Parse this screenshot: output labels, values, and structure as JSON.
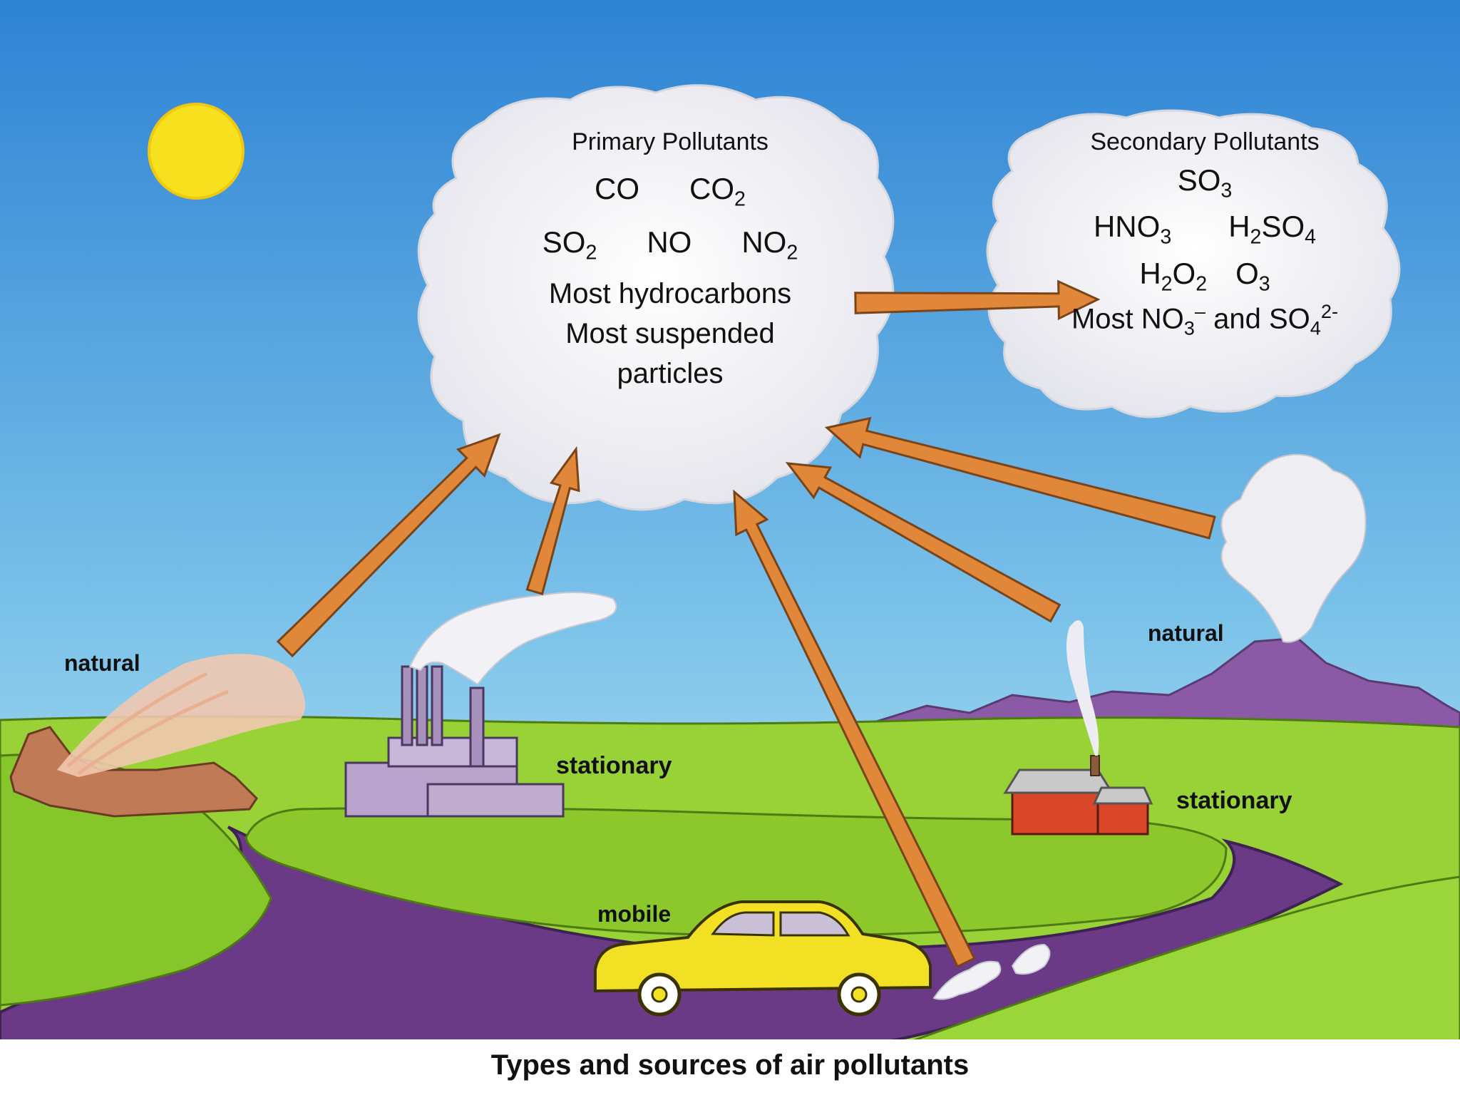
{
  "primary": {
    "title": "Primary Pollutants",
    "row1": [
      {
        "base": "CO",
        "sub": ""
      },
      {
        "base": "CO",
        "sub": "2"
      }
    ],
    "row2": [
      {
        "base": "SO",
        "sub": "2"
      },
      {
        "base": "NO",
        "sub": ""
      },
      {
        "base": "NO",
        "sub": "2"
      }
    ],
    "line1": "Most hydrocarbons",
    "line2": "Most suspended",
    "line3": "particles"
  },
  "secondary": {
    "title": "Secondary Pollutants",
    "so3": {
      "base": "SO",
      "sub": "3"
    },
    "hno3": {
      "b1": "HNO",
      "s1": "3"
    },
    "h2so4": {
      "b1": "H",
      "s1": "2",
      "b2": "SO",
      "s2": "4"
    },
    "h2o2": {
      "b1": "H",
      "s1": "2",
      "b2": "O",
      "s2": "2"
    },
    "o3": {
      "base": "O",
      "sub": "3"
    },
    "last_prefix": "Most NO",
    "last_sub": "3",
    "last_sup": "–",
    "last_mid": " and SO",
    "last_sub2": "4",
    "last_sup2": "2-"
  },
  "labels": {
    "natural_left": "natural",
    "stationary_factory": "stationary",
    "natural_volcano": "natural",
    "stationary_house": "stationary",
    "mobile": "mobile"
  },
  "caption": "Types and sources of air pollutants",
  "colors": {
    "sky_top": "#2f86d6",
    "sky_bottom": "#b8e0f0",
    "grass": "#8ccc2e",
    "road": "#6a3a86",
    "mountain": "#8a5aa6",
    "sun": "#f7e11e",
    "car": "#f2e024",
    "house": "#d9462a",
    "factory": "#b9a3cc",
    "arrow": "#e0873a"
  }
}
